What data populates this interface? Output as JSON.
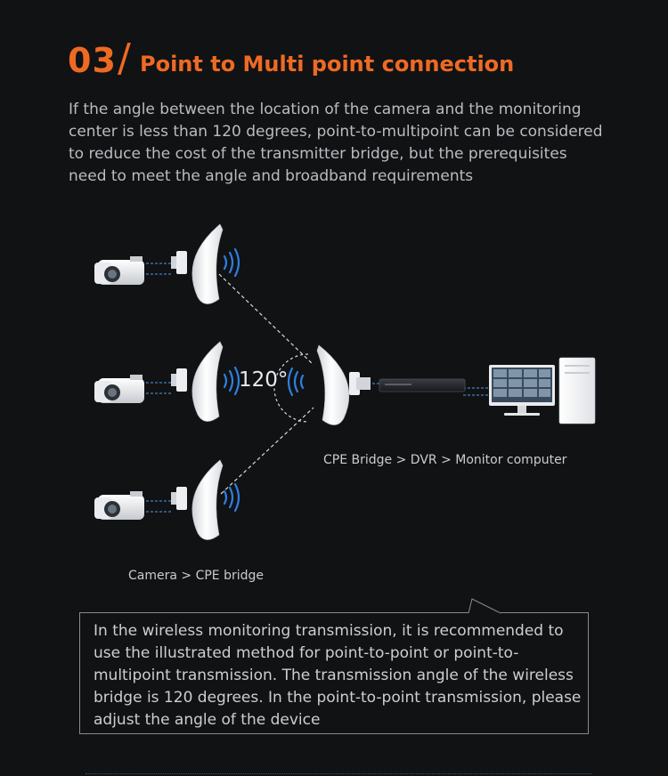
{
  "header": {
    "number": "03",
    "slash": "/",
    "title": "Point to Multi point connection"
  },
  "intro": "If the angle between the location of the camera and the monitoring center is less than 120 degrees, point-to-multipoint can be considered to reduce the cost of the transmitter bridge, but the prerequisites need to meet the angle and broadband requirements",
  "diagram": {
    "angle_label": "120°",
    "caption_right": "CPE Bridge > DVR > Monitor computer",
    "caption_left": "Camera > CPE bridge",
    "icons": [
      "camera-icon",
      "cpe-bridge-icon",
      "wifi-signal-icon",
      "dvr-icon",
      "monitor-icon",
      "pc-tower-icon"
    ]
  },
  "note": "In the wireless monitoring transmission, it is recommended to use the illustrated method for point-to-point or point-to-multipoint transmission. The transmission angle of the wireless bridge is 120 degrees. In the point-to-point transmission, please adjust the angle of the device",
  "colors": {
    "accent": "#ee6a23",
    "background": "#111214",
    "signal": "#2f7fe0"
  }
}
